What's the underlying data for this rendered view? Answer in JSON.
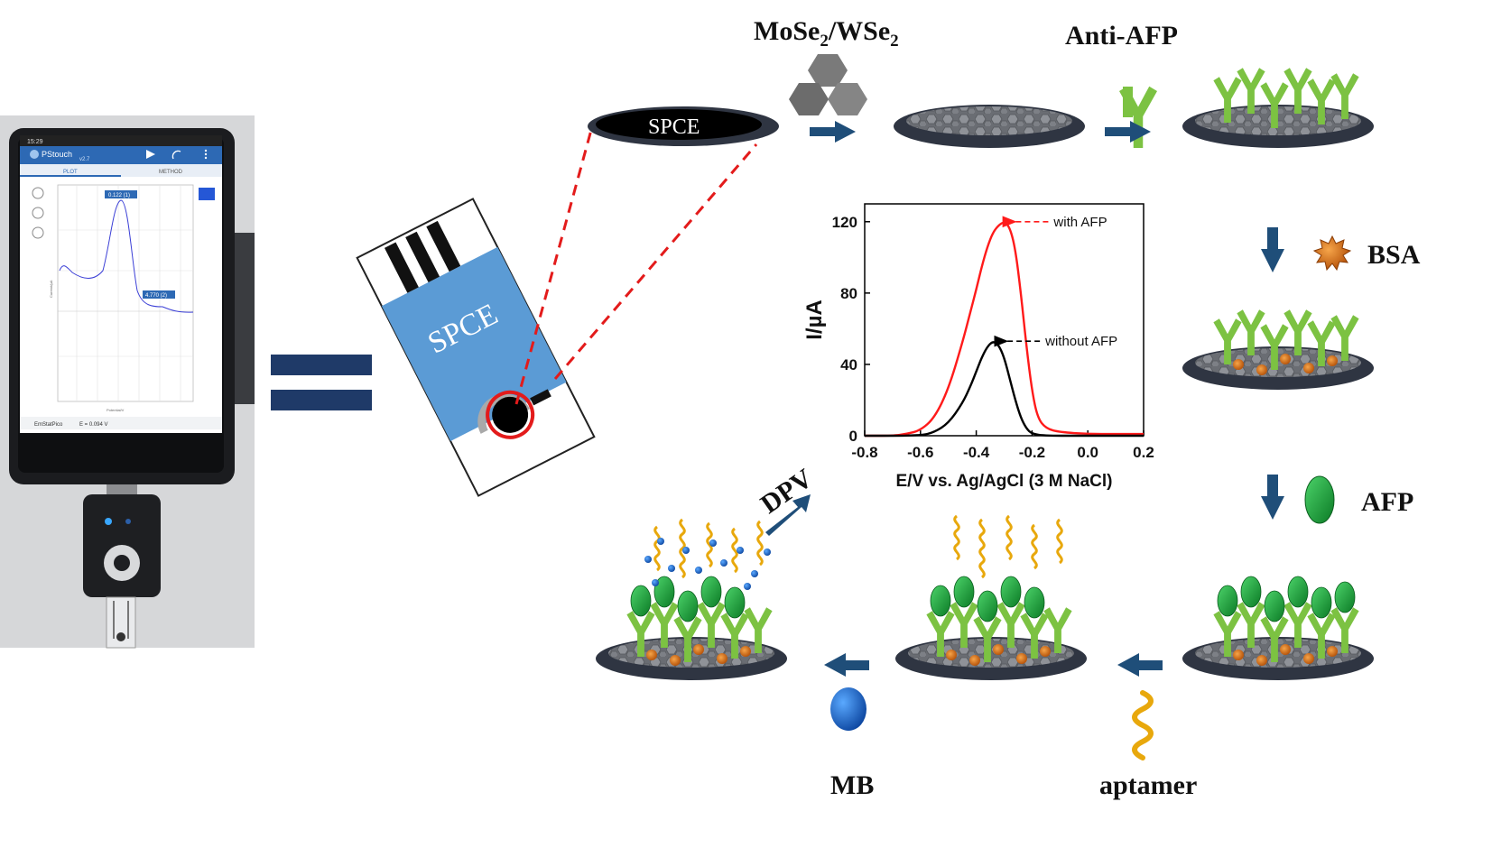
{
  "labels": {
    "mose2_wse2": "MoSe2/WSe2",
    "anti_afp": "Anti-AFP",
    "bsa": "BSA",
    "afp": "AFP",
    "aptamer": "aptamer",
    "mb": "MB",
    "dpv": "DPV",
    "spce_disk": "SPCE",
    "spce_strip": "SPCE"
  },
  "phone": {
    "status_time": "15:29",
    "app_name": "PStouch",
    "app_version": "v2.7",
    "tab_plot": "PLOT",
    "tab_method": "METHOD",
    "peak1_label": "0.122 (1)",
    "peak2_label": "4.770 (2)",
    "y_axis_label": "Current/µA",
    "x_axis_label": "Potential/V",
    "device_label": "EmStatPico",
    "potential_readout": "E = 0.094 V"
  },
  "colors": {
    "navy_arrow": "#1f4e79",
    "antibody_green": "#7cc242",
    "afp_green": "#1f9e3a",
    "bsa_orange": "#e07b1a",
    "aptamer_gold": "#e8a80c",
    "mb_blue": "#1565c0",
    "strip_blue": "#5b9bd5",
    "disk_dark": "#2f3542",
    "red_curve": "#ff1a1a"
  },
  "chart_data": {
    "type": "line",
    "xlabel": "E/V vs. Ag/AgCl (3 M NaCl)",
    "ylabel": "I/µA",
    "xlim": [
      -0.8,
      0.2
    ],
    "ylim": [
      0,
      130
    ],
    "xticks": [
      "-0.8",
      "-0.6",
      "-0.4",
      "-0.2",
      "0.0",
      "0.2"
    ],
    "yticks": [
      "0",
      "40",
      "80",
      "120"
    ],
    "series": [
      {
        "name": "with AFP",
        "color": "#ff1a1a",
        "x": [
          -0.8,
          -0.7,
          -0.65,
          -0.6,
          -0.55,
          -0.5,
          -0.45,
          -0.42,
          -0.4,
          -0.38,
          -0.36,
          -0.34,
          -0.32,
          -0.3,
          -0.28,
          -0.26,
          -0.24,
          -0.22,
          -0.2,
          -0.18,
          -0.15,
          -0.1,
          0.0,
          0.1,
          0.2
        ],
        "y": [
          0,
          0,
          1,
          3,
          10,
          26,
          52,
          70,
          82,
          95,
          106,
          114,
          118,
          120,
          117,
          105,
          80,
          50,
          25,
          10,
          4,
          2,
          1,
          1,
          1
        ]
      },
      {
        "name": "without AFP",
        "color": "#000000",
        "x": [
          -0.8,
          -0.6,
          -0.55,
          -0.5,
          -0.45,
          -0.42,
          -0.4,
          -0.38,
          -0.36,
          -0.34,
          -0.32,
          -0.3,
          -0.28,
          -0.26,
          -0.24,
          -0.22,
          -0.2,
          -0.15,
          0.0,
          0.2
        ],
        "y": [
          0,
          0,
          2,
          7,
          18,
          28,
          36,
          44,
          50,
          53,
          51,
          44,
          32,
          20,
          10,
          4,
          1,
          0,
          0,
          0
        ]
      }
    ],
    "annotations": [
      {
        "text": "with AFP",
        "x": -0.31,
        "y": 120
      },
      {
        "text": "without AFP",
        "x": -0.34,
        "y": 53
      }
    ]
  }
}
